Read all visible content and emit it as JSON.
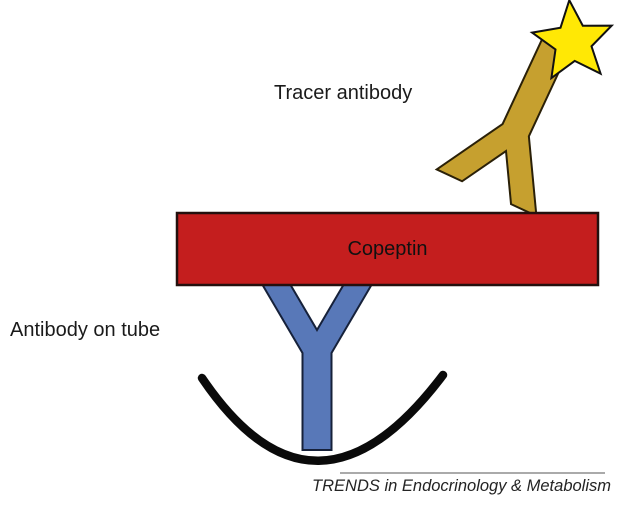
{
  "figure": {
    "title_context": "Sandwich immunoassay diagram",
    "labels": {
      "tracer_antibody": "Tracer antibody",
      "antibody_on_tube": "Antibody on tube",
      "antigen": "Copeptin",
      "caption": "TRENDS in Endocrinology & Metabolism"
    },
    "colors": {
      "antigen_fill": "#c41e1e",
      "tube_antibody_fill": "#5878b8",
      "tracer_antibody_fill": "#c6a02f",
      "star_fill": "#ffe805",
      "outline": "#111111",
      "tube_curve": "#0a0a0a",
      "caption_line": "#777777"
    }
  }
}
